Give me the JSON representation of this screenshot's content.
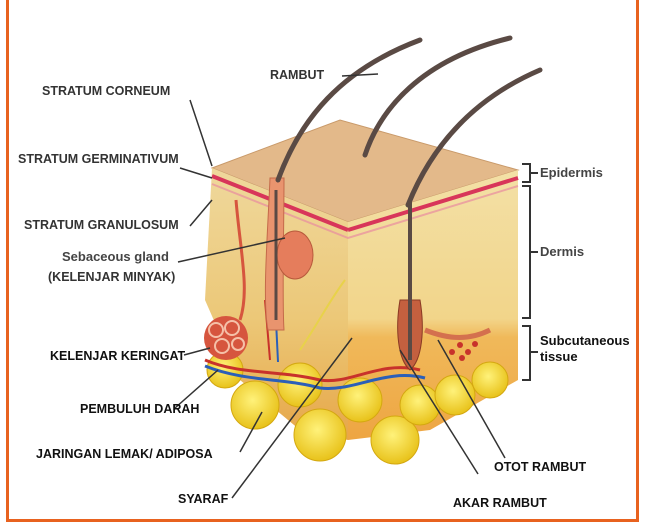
{
  "labels": {
    "rambut": "RAMBUT",
    "stratum_corneum": "STRATUM CORNEUM",
    "stratum_germinativum": "STRATUM GERMINATIVUM",
    "stratum_granulosum": "STRATUM GRANULOSUM",
    "sebaceous_gland": "Sebaceous gland",
    "kelenjar_minyak": "(KELENJAR MINYAK)",
    "kelenjar_keringat": "KELENJAR KERINGAT",
    "pembuluh_darah": "PEMBULUH DARAH",
    "jaringan_lemak": "JARINGAN LEMAK/ ADIPOSA",
    "syaraf": "SYARAF",
    "akar_rambut": "AKAR RAMBUT",
    "otot_rambut": "OTOT RAMBUT",
    "epidermis": "Epidermis",
    "dermis": "Dermis",
    "subcutaneous_1": "Subcutaneous",
    "subcutaneous_2": "tissue"
  },
  "colors": {
    "frame": "#e8621f",
    "epidermis": "#e9c8a0",
    "epidermis_top": "#e0b487",
    "stratum_line": "#d8365a",
    "dermis": "#f2dc8e",
    "subcutaneous": "#f0b24a",
    "fat": "#f4d83a",
    "hair": "#5a4a44",
    "gland": "#e07a5f",
    "vessel_red": "#c8322b",
    "vessel_blue": "#2b5fb8"
  }
}
